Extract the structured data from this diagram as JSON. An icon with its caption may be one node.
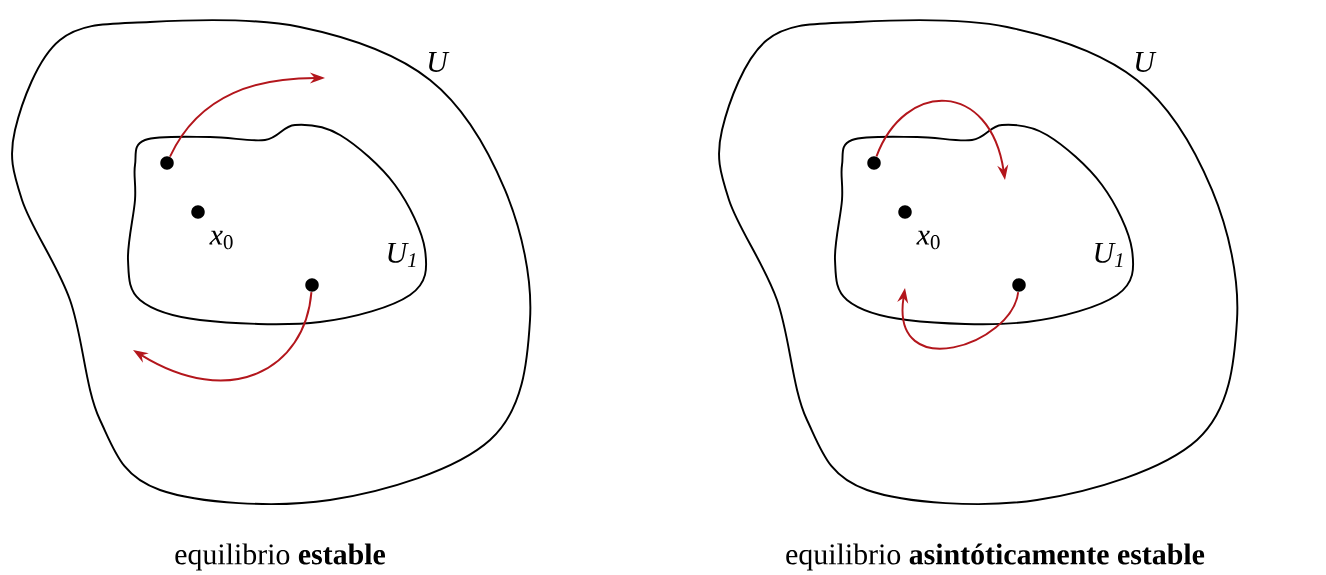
{
  "diagram": {
    "nodes": [
      {
        "text": [
          "U"
        ]
      },
      {
        "text": [
          "*U*$_{1}$"
        ],
        "in": 0
      },
      {
        "text": [],
        "shape": "circle",
        "in": 1
      },
      {
        "text": [],
        "shape": "circle",
        "in": 1,
        "beside": [
          "*x*$_{0}$"
        ]
      },
      {
        "text": [],
        "shape": "circle",
        "in": 1
      },
      {
        "text": [
          "U"
        ]
      },
      {
        "text": [
          "*U*$_{1}$"
        ],
        "in": 5
      },
      {
        "text": [],
        "shape": "circle",
        "in": 6
      },
      {
        "text": [],
        "shape": "circle",
        "in": 6,
        "beside": [
          "*x*$_{0}$"
        ]
      },
      {
        "text": [],
        "shape": "circle",
        "in": 6
      }
    ],
    "edges": [
      {
        "from": 2,
        "to": null,
        "arrow": "to"
      },
      {
        "from": 4,
        "to": null,
        "arrow": "to"
      },
      {
        "from": 7,
        "to": null,
        "arrow": "to"
      },
      {
        "from": 9,
        "to": null,
        "arrow": "to"
      }
    ],
    "labels": [
      "equilibrio **estable**",
      "equilibrio **asintóticamente estable**"
    ]
  }
}
